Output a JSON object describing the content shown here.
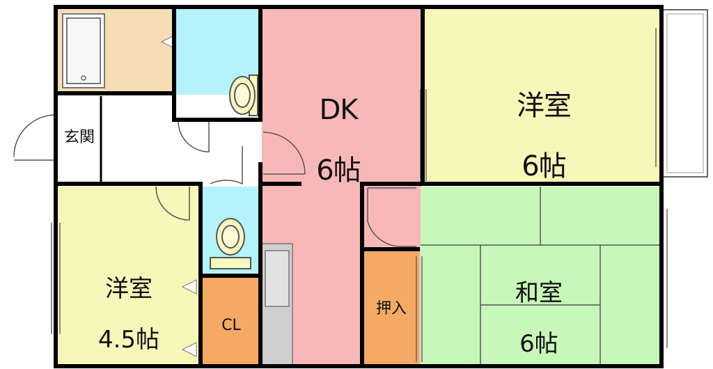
{
  "rooms": {
    "dk": {
      "name": "DK",
      "size": "6帖",
      "color": "#f9b8b8"
    },
    "western_main": {
      "name": "洋室",
      "size": "6帖",
      "color": "#f7f7b9"
    },
    "western_small": {
      "name": "洋室",
      "size": "4.5帖",
      "color": "#f7f7b9"
    },
    "japanese": {
      "name": "和室",
      "size": "6帖",
      "color": "#c7f7b9"
    },
    "entrance": {
      "name": "玄関"
    },
    "closet": {
      "name": "CL",
      "color": "#f4aa62"
    },
    "oshiire": {
      "name": "押入",
      "color": "#f4aa62"
    }
  },
  "colors": {
    "bath": "#f7ddb4",
    "toilet_wash": "#b4f3f9",
    "walls": "#000000",
    "kitchen_counter": "#cfcfcf"
  }
}
